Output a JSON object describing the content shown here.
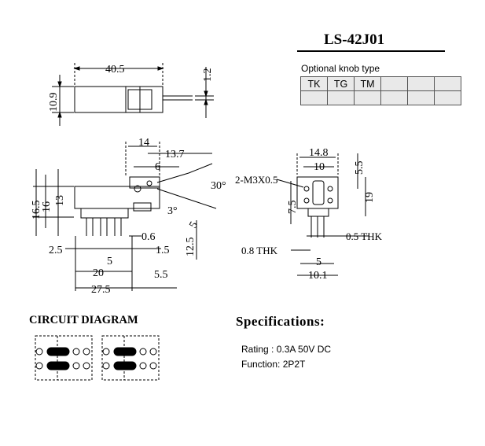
{
  "title": "LS-42J01",
  "knob": {
    "caption": "Optional knob type",
    "types": [
      "TK",
      "TG",
      "TM",
      "",
      "",
      ""
    ]
  },
  "circuit": {
    "caption": "CIRCUIT DIAGRAM"
  },
  "specs": {
    "caption": "Specifications:",
    "rating": "Rating : 0.3A 50V DC",
    "function": "Function: 2P2T"
  },
  "dimensions": {
    "top_length": "40.5",
    "top_height": "10.9",
    "pin_thick": "1.2",
    "side_14": "14",
    "side_13_7": "13.7",
    "side_6": "6",
    "side_30deg": "30°",
    "side_3deg": "3°",
    "side_16_5": "16.5",
    "side_16": "16",
    "side_13": "13",
    "side_5_slant": "5",
    "side_12_5": "12.5",
    "side_0_6": "0.6",
    "side_1_5": "1.5",
    "side_2_5": "2.5",
    "side_5": "5",
    "side_20": "20",
    "side_5_5": "5.5",
    "side_27_5": "27.5",
    "end_14_8": "14.8",
    "end_10": "10",
    "end_5_5": "5.5",
    "end_screw": "2-M3X0.5",
    "end_19": "19",
    "end_7_5": "7.5",
    "end_0_5thk": "0.5 THK",
    "end_0_8thk": "0.8 THK",
    "end_5": "5",
    "end_10_1": "10.1"
  }
}
